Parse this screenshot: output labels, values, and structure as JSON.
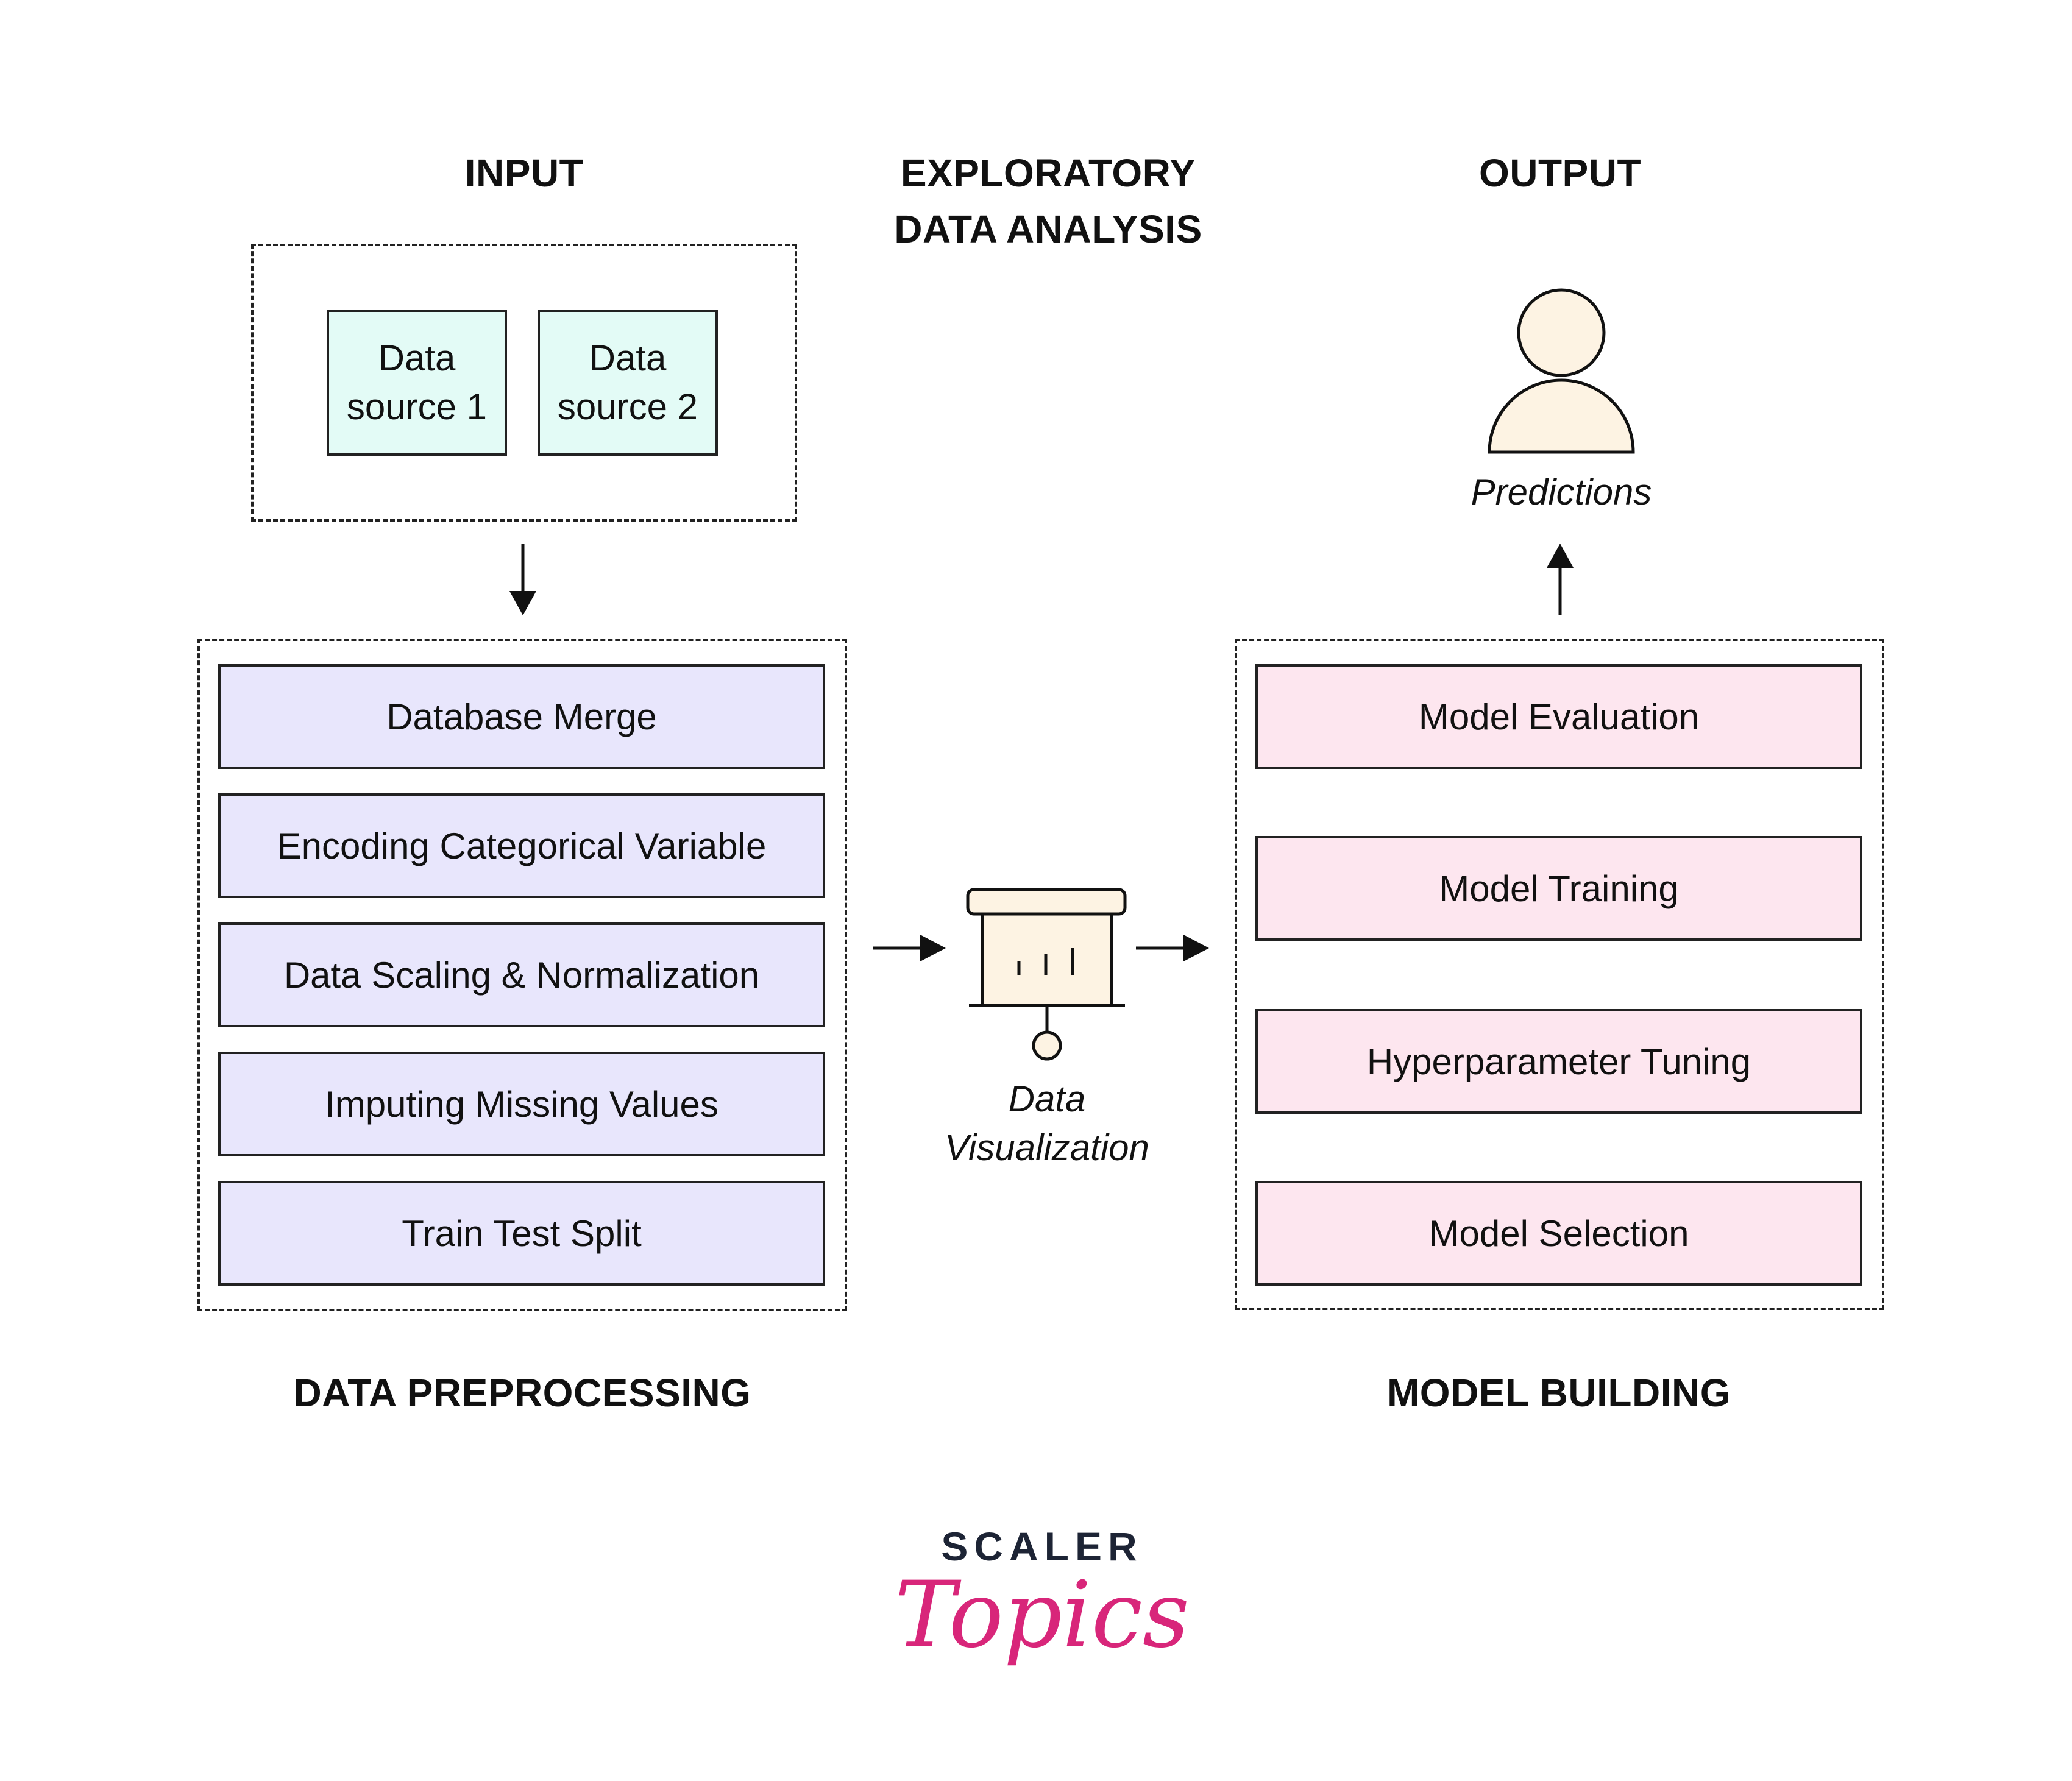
{
  "headings": {
    "input": "INPUT",
    "eda_line1": "EXPLORATORY",
    "eda_line2": "DATA ANALYSIS",
    "output": "OUTPUT",
    "preprocessing": "DATA PREPROCESSING",
    "model_building": "MODEL BUILDING"
  },
  "input": {
    "sources": [
      "Data\nsource 1",
      "Data\nsource 2"
    ]
  },
  "preprocessing": {
    "steps": [
      "Database Merge",
      "Encoding Categorical Variable",
      "Data Scaling & Normalization",
      "Imputing Missing Values",
      "Train Test Split"
    ]
  },
  "eda": {
    "label_line1": "Data",
    "label_line2": "Visualization",
    "icon": "presentation-board-icon"
  },
  "model_building": {
    "steps": [
      "Model Evaluation",
      "Model Training",
      "Hyperparameter Tuning",
      "Model Selection"
    ]
  },
  "output": {
    "label": "Predictions",
    "icon": "person-icon"
  },
  "logo": {
    "top": "SCALER",
    "bottom": "Topics"
  },
  "colors": {
    "data_source_fill": "#e3fbf6",
    "preprocessing_fill": "#e8e6fc",
    "model_fill": "#fde6ef",
    "icon_fill": "#fdf3e3",
    "logo_pink": "#d8267a",
    "logo_dark": "#1d2435"
  }
}
